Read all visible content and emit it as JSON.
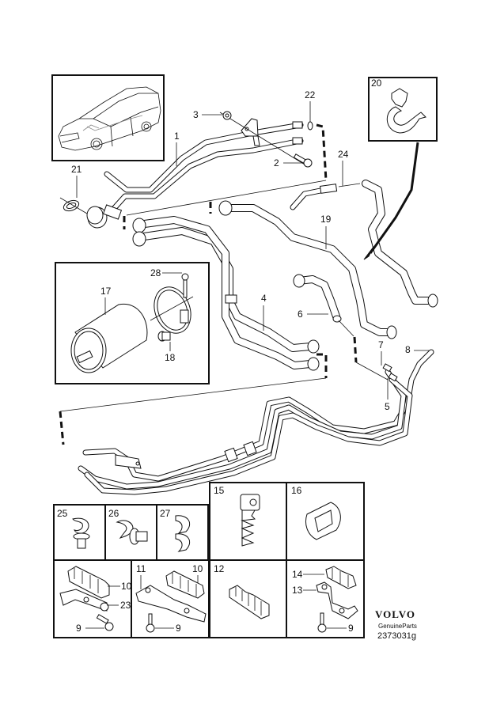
{
  "diagram": {
    "title": "Fuel lines and fuel filter exploded parts diagram",
    "brand": "VOLVO",
    "brand_subtitle": "GenuineParts",
    "diagram_number": "2373031g",
    "callouts": {
      "c1": "1",
      "c2": "2",
      "c3": "3",
      "c4": "4",
      "c5": "5",
      "c6": "6",
      "c7": "7",
      "c8": "8",
      "c17": "17",
      "c18": "18",
      "c19": "19",
      "c20": "20",
      "c21": "21",
      "c22": "22",
      "c24": "24",
      "c28": "28"
    },
    "inset_boxes": {
      "b25": "25",
      "b26": "26",
      "b27": "27",
      "b15": "15",
      "b16": "16",
      "b12": "12",
      "box_a": {
        "c10": "10",
        "c23": "23",
        "c9": "9"
      },
      "box_b": {
        "c11": "11",
        "c10": "10",
        "c9": "9"
      },
      "box_d": {
        "c14": "14",
        "c13": "13",
        "c9": "9"
      }
    }
  }
}
